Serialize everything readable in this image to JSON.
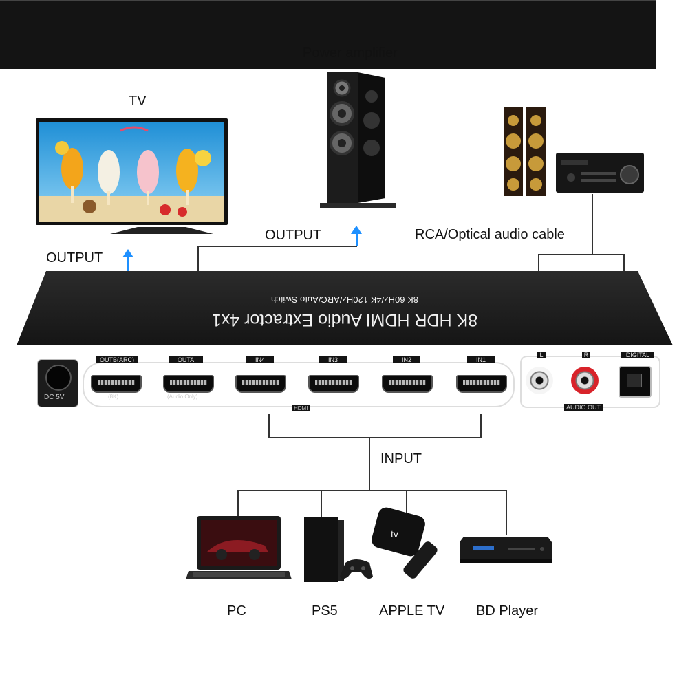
{
  "labels": {
    "tv": "TV",
    "power_amplifier": "Power amplifier",
    "output_left": "OUTPUT",
    "output_middle": "OUTPUT",
    "rca_optical": "RCA/Optical audio cable",
    "input": "INPUT"
  },
  "device": {
    "title": "8K HDR HDMI Audio Extractor 4x1",
    "subtitle": "8K 60Hz/4K 120Hz/ARC/Auto Switch",
    "power_label": "DC 5V",
    "hdmi_group_label": "HDMI",
    "ports": [
      {
        "label": "OUTB(ARC)",
        "note": "(8K)"
      },
      {
        "label": "OUTA",
        "note": "(Audio Only)"
      },
      {
        "label": "IN4",
        "note": ""
      },
      {
        "label": "IN3",
        "note": ""
      },
      {
        "label": "IN2",
        "note": ""
      },
      {
        "label": "IN1",
        "note": ""
      }
    ],
    "audio": {
      "left": "L",
      "right": "R",
      "digital": "DIGITAL",
      "group_label": "AUDIO OUT"
    }
  },
  "sources": [
    {
      "name": "PC"
    },
    {
      "name": "PS5"
    },
    {
      "name": "APPLE TV"
    },
    {
      "name": "BD Player"
    }
  ],
  "colors": {
    "arrow": "#1e90ff",
    "device": "#1a1a1a",
    "wire": "#333333"
  }
}
